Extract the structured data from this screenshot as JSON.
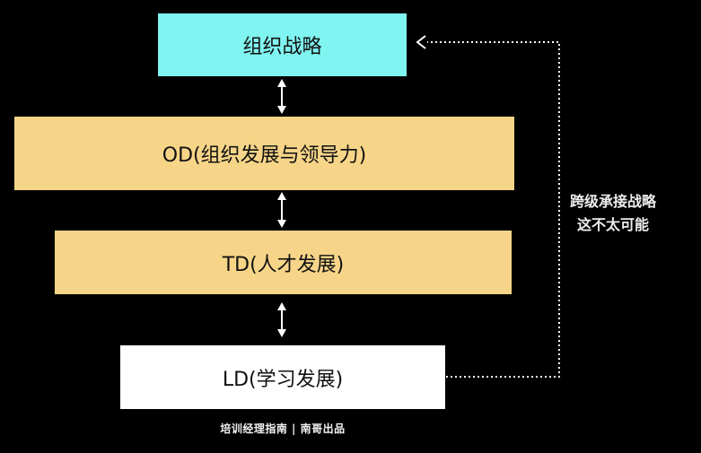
{
  "boxes": {
    "strategy": "组织战略",
    "od": "OD(组织发展与领导力)",
    "td": "TD(人才发展)",
    "ld": "LD(学习发展)"
  },
  "side_note": {
    "line1": "跨级承接战略",
    "line2": "这不太可能"
  },
  "footer": "培训经理指南 | 南哥出品",
  "colors": {
    "background": "#000000",
    "strategy_fill": "#80F4F0",
    "od_td_fill": "#F7D588",
    "ld_fill": "#FFFFFF",
    "connector": "#FFFFFF"
  }
}
